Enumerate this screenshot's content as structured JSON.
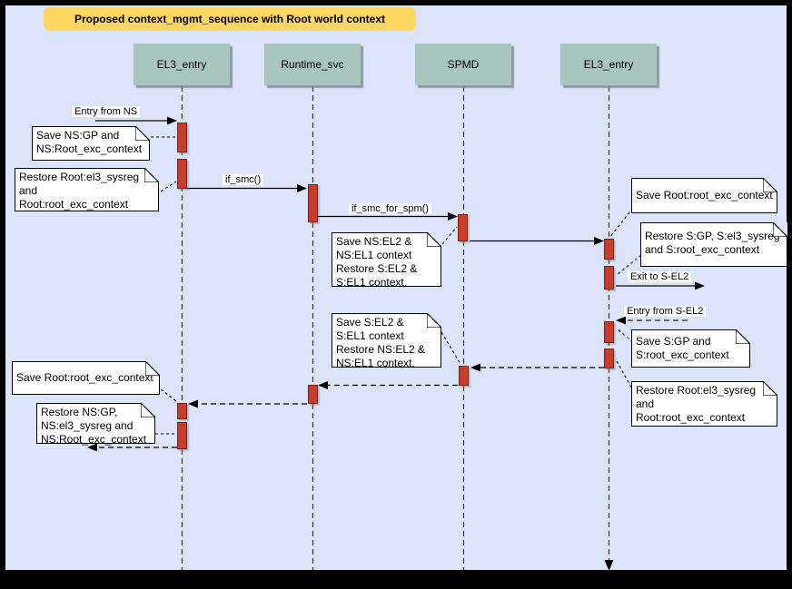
{
  "title": "Proposed context_mgmt_sequence with Root world context",
  "colors": {
    "background": "#dbe4f8",
    "frame": "#000000",
    "title_fill": "#fdd663",
    "lifeline_header_fill": "#a8c6be",
    "activation_fill": "#c73e2b",
    "activation_border": "#801e10",
    "note_fill": "#ffffff",
    "async_arrow_gray": "#5a5a5a"
  },
  "lifelines": [
    {
      "label": "EL3_entry"
    },
    {
      "label": "Runtime_svc"
    },
    {
      "label": "SPMD"
    },
    {
      "label": "EL3_entry"
    }
  ],
  "messages": {
    "entry_from_ns": "Entry from NS",
    "if_smc": "if_smc()",
    "if_smc_for_spm": "if_smc_for_spm()",
    "exit_to_sel2": "Exit to S-EL2",
    "entry_from_sel2": "Entry from S-EL2"
  },
  "notes": {
    "n1": {
      "lines": [
        "Save NS:GP and",
        "NS:Root_exc_context"
      ]
    },
    "n2": {
      "lines": [
        "Restore Root:el3_sysreg",
        "and",
        "Root:root_exc_context"
      ]
    },
    "n3": {
      "lines": [
        "Save NS:EL2 &",
        "NS:EL1 context",
        "Restore S:EL2 &",
        "S:EL1 context."
      ]
    },
    "n4": {
      "lines": [
        "Save Root:root_exc_context"
      ]
    },
    "n5": {
      "lines": [
        "Restore S:GP, S:el3_sysreg",
        "and S:root_exc_context"
      ]
    },
    "n6": {
      "lines": [
        "Save S:GP and",
        "S:root_exc_context"
      ]
    },
    "n7": {
      "lines": [
        "Restore Root:el3_sysreg",
        "and",
        "Root:root_exc_context"
      ]
    },
    "n8": {
      "lines": [
        "Save S:EL2 &",
        "S:EL1 context",
        "Restore NS:EL2 &",
        "NS:EL1 context."
      ]
    },
    "n9": {
      "lines": [
        "Save Root:root_exc_context"
      ]
    },
    "n10": {
      "lines": [
        "Restore NS:GP,",
        "NS:el3_sysreg and",
        "NS:Root_exc_context"
      ]
    }
  }
}
